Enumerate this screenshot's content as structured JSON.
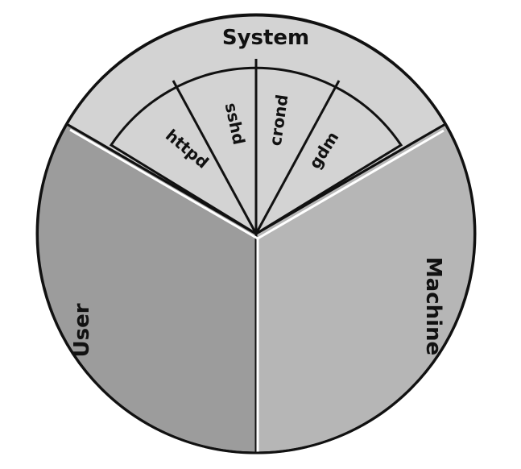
{
  "diagram": {
    "sections": {
      "system": {
        "label": "System",
        "color": "#d3d3d3"
      },
      "user": {
        "label": "User",
        "color": "#9c9c9c"
      },
      "machine": {
        "label": "Machine",
        "color": "#b6b6b6"
      }
    },
    "system_services": [
      "httpd",
      "sshd",
      "crond",
      "gdm"
    ],
    "outline_color": "#111111"
  }
}
